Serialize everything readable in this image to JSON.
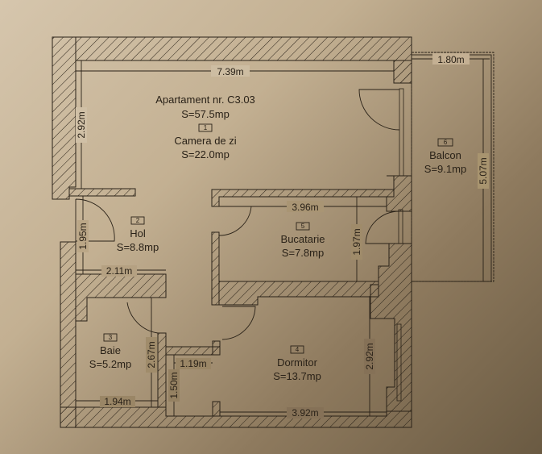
{
  "plan": {
    "title": "Apartament nr. C3.03",
    "total_area": "S=57.5mp",
    "rooms": [
      {
        "id": "1",
        "name": "Camera de zi",
        "area": "S=22.0mp"
      },
      {
        "id": "2",
        "name": "Hol",
        "area": "S=8.8mp"
      },
      {
        "id": "3",
        "name": "Baie",
        "area": "S=5.2mp"
      },
      {
        "id": "4",
        "name": "Dormitor",
        "area": "S=13.7mp"
      },
      {
        "id": "5",
        "name": "Bucatarie",
        "area": "S=7.8mp"
      },
      {
        "id": "6",
        "name": "Balcon",
        "area": "S=9.1mp"
      }
    ],
    "dimensions": {
      "living_width": "7.39m",
      "living_height": "2.92m",
      "balcony_width": "1.80m",
      "balcony_height": "5.07m",
      "hall_height": "1.95m",
      "hall_width": "2.11m",
      "kitchen_width": "3.96m",
      "kitchen_height": "1.97m",
      "bath_height": "2.67m",
      "bath_width": "1.94m",
      "closet_width": "1.19m",
      "closet_height": "1.50m",
      "bedroom_height": "2.92m",
      "bedroom_width": "3.92m"
    }
  },
  "colors": {
    "ink": "#2a2218",
    "paper_light": "#d6c6ad",
    "paper_dark": "#6a5a42"
  }
}
